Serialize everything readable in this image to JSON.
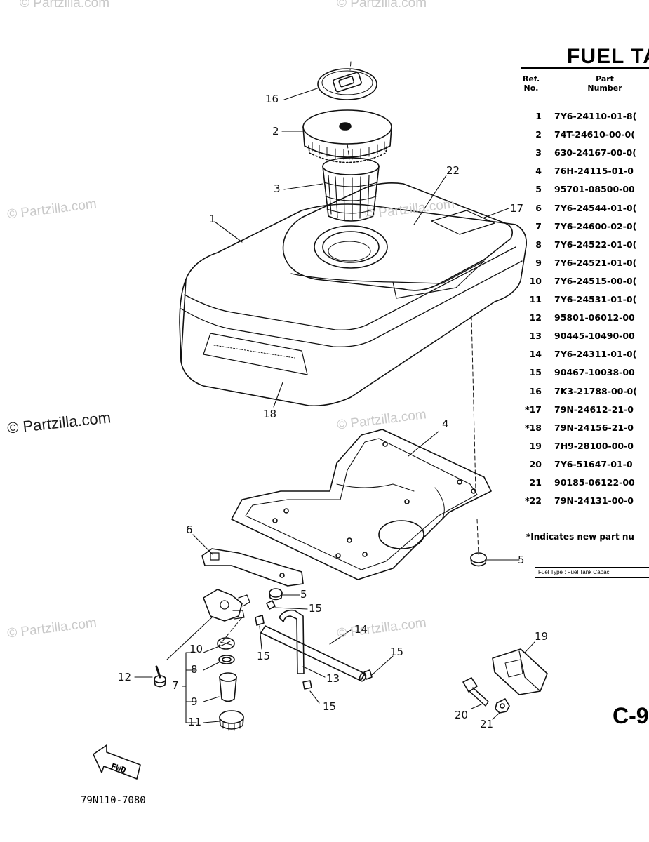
{
  "watermarks": [
    "© Partzilla.com",
    "© Partzilla.com",
    "© Partzilla.com",
    "© Partzilla.com",
    "© Partzilla.com",
    "© Partzilla.com",
    "© Partzilla.com",
    "© Partzilla.com"
  ],
  "title": "FUEL TA",
  "table": {
    "header_ref": "Ref.\nNo.",
    "header_part": "Part\nNumber",
    "rows": [
      {
        "ref": "1",
        "part": "7Y6-24110-01-8("
      },
      {
        "ref": "2",
        "part": "74T-24610-00-0("
      },
      {
        "ref": "3",
        "part": "630-24167-00-0("
      },
      {
        "ref": "4",
        "part": "76H-24115-01-0"
      },
      {
        "ref": "5",
        "part": "95701-08500-00"
      },
      {
        "ref": "6",
        "part": "7Y6-24544-01-0("
      },
      {
        "ref": "7",
        "part": "7Y6-24600-02-0("
      },
      {
        "ref": "8",
        "part": "7Y6-24522-01-0("
      },
      {
        "ref": "9",
        "part": "7Y6-24521-01-0("
      },
      {
        "ref": "10",
        "part": "7Y6-24515-00-0("
      },
      {
        "ref": "11",
        "part": "7Y6-24531-01-0("
      },
      {
        "ref": "12",
        "part": "95801-06012-00"
      },
      {
        "ref": "13",
        "part": "90445-10490-00"
      },
      {
        "ref": "14",
        "part": "7Y6-24311-01-0("
      },
      {
        "ref": "15",
        "part": "90467-10038-00"
      },
      {
        "ref": "16",
        "part": "7K3-21788-00-0("
      },
      {
        "ref": "*17",
        "part": "79N-24612-21-0"
      },
      {
        "ref": "*18",
        "part": "79N-24156-21-0"
      },
      {
        "ref": "19",
        "part": "7H9-28100-00-0"
      },
      {
        "ref": "20",
        "part": "7Y6-51647-01-0"
      },
      {
        "ref": "21",
        "part": "90185-06122-00"
      },
      {
        "ref": "*22",
        "part": "79N-24131-00-0"
      }
    ]
  },
  "footnote": "*Indicates new part nu",
  "fuel_box": "Fuel Type : Fuel Tank Capac",
  "page_code": "C-9",
  "figure_code": "79N110-7080",
  "fwd_label": "FWD",
  "callouts": {
    "c16": "16",
    "c2": "2",
    "c3": "3",
    "c22": "22",
    "c17": "17",
    "c1": "1",
    "c18": "18",
    "c4": "4",
    "c6": "6",
    "c5a": "5",
    "c5b": "5",
    "c15a": "15",
    "c15b": "15",
    "c15c": "15",
    "c15d": "15",
    "c14": "14",
    "c10": "10",
    "c12": "12",
    "c7": "7",
    "c8": "8",
    "c9": "9",
    "c11": "11",
    "c13": "13",
    "c19": "19",
    "c20": "20",
    "c21": "21"
  }
}
